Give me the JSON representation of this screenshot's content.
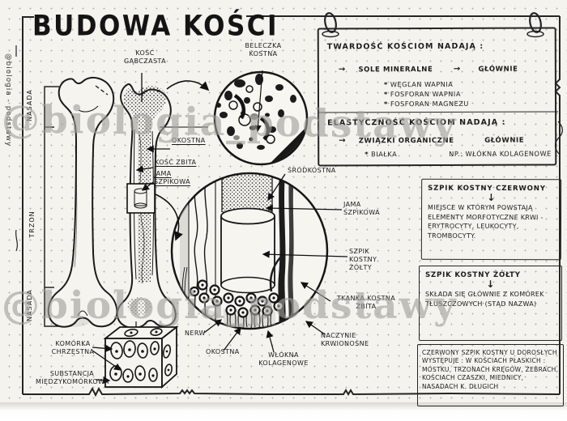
{
  "page": {
    "title": "BUDOWA KOŚCI",
    "side_credit": "@biologia - podstawy",
    "watermark": "@biologia_podstawy"
  },
  "glyphs": {
    "arrow_right": "→",
    "arrow_down": "↓",
    "bullet": "*"
  },
  "femur": {
    "bracket": [
      "NASADA",
      "TRZON",
      "NASADA"
    ]
  },
  "bone_section": {
    "kosc_gabczasta": "KOŚĆ GĄBCZASTA",
    "okostna": "OKOSTNA",
    "kosc_zbita": "KOŚĆ ZBITA",
    "jama_szpikowa": "JAMA SZPIKOWA"
  },
  "spongy_inset": {
    "beleczka_kostna": "BELECZKA KOSTNA"
  },
  "shaft_inset": {
    "srodkostna": "ŚRÓDKOSTNA",
    "jama_szpikowa": "JAMA SZPIKOWA",
    "szpik_kostny_zolty": "SZPIK KOSTNY ŻÓŁTY",
    "tkanka_kostna_zbita": "TKANKA KOSTNA ZBITA",
    "nerw": "NERW",
    "okostna": "OKOSTNA",
    "wlokna_kolagenowe": "WŁÓKNA KOLAGENOWE",
    "naczynie_krwionosne": "NACZYNIE KRWIONOŚNE"
  },
  "cartilage_cube": {
    "komorka_chrzestna": "KOMÓRKA CHRZĘSTNA",
    "substancja_miedzykomorkowa": "SUBSTANCJA MIĘDZYKOMÓRKOWA"
  },
  "note_box": {
    "hardness_heading": "TWARDOŚĆ KOŚCIOM NADAJĄ :",
    "hardness_main": "SOLE MINERALNE",
    "hardness_side": "GŁÓWNIE",
    "hardness_items": [
      "WĘGLAN WAPNIA",
      "FOSFORAN WAPNIA",
      "FOSFORAN MAGNEZU"
    ],
    "elasticity_heading": "ELASTYCZNOŚĆ KOŚCIOM NADAJĄ :",
    "elasticity_main": "ZWIĄZKI ORGANICZNE",
    "elasticity_side": "GŁÓWNIE",
    "elasticity_item": "BIAŁKA",
    "elasticity_note": "NP.: WŁÓKNA KOLAGENOWE"
  },
  "info_boxes": {
    "red_marrow": {
      "title": "SZPIK KOSTNY CZERWONY",
      "body": "MIEJSCE W KTÓRYM POWSTAJĄ ELEMENTY MORFOTYCZNE KRWI - ERYTROCYTY, LEUKOCYTY, TROMBOCYTY."
    },
    "yellow_marrow": {
      "title": "SZPIK KOSTNY ŻÓŁTY",
      "body": "SKŁADA SIĘ GŁÓWNIE Z KOMÓREK TŁUSZCZOWYCH (STĄD NAZWA)"
    },
    "red_marrow_location": {
      "body": "CZERWONY SZPIK KOSTNY U DOROSŁYCH WYSTĘPUJE : W KOŚCIACH PŁASKICH : MOSTKU, TRZONACH KRĘGÓW, ŻEBRACH, KOŚCIACH CZASZKI, MIEDNICY, NASADACH K. DŁUGICH"
    }
  }
}
